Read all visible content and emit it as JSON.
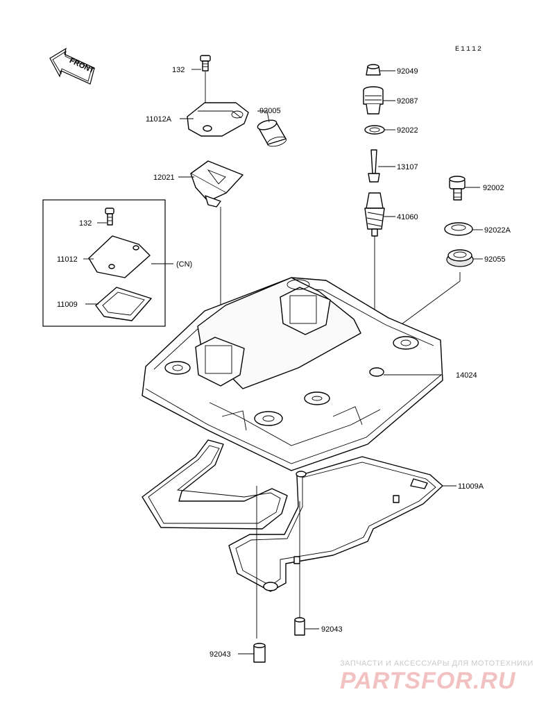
{
  "diagram": {
    "code": "E1112",
    "front_arrow_label": "FRONT",
    "inset_label": "(CN)",
    "callouts": {
      "c132_top": "132",
      "c11012A": "11012A",
      "c92005": "92005",
      "c12021": "12021",
      "c132_inset": "132",
      "c11012": "11012",
      "c11009": "11009",
      "c92049": "92049",
      "c92087": "92087",
      "c92022": "92022",
      "c13107": "13107",
      "c92002": "92002",
      "c41060": "41060",
      "c92022A": "92022A",
      "c92055": "92055",
      "c14024": "14024",
      "c11009A": "11009A",
      "c92043_right": "92043",
      "c92043_left": "92043"
    }
  },
  "watermark": {
    "text": "ЗАПЧАСТИ И АКСЕССУАРЫ ДЛЯ МОТОТЕХНИКИ",
    "logo": "PARTSFOR.RU"
  }
}
